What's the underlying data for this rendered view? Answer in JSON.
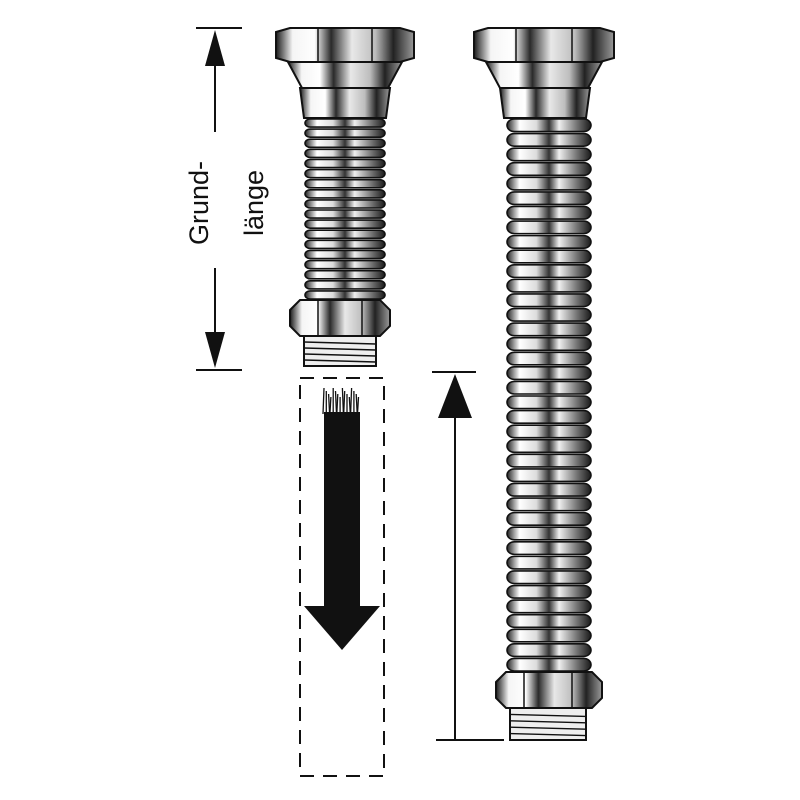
{
  "dimension_label": {
    "line1": "Grund-",
    "line2": "länge"
  },
  "colors": {
    "ink": "#111111",
    "chrome_light": "#f2f2f2",
    "chrome_dark": "#1a1a1a",
    "background": "#ffffff"
  },
  "short_hose": {
    "corrugation_count": 18
  },
  "long_hose": {
    "corrugation_count": 38
  }
}
